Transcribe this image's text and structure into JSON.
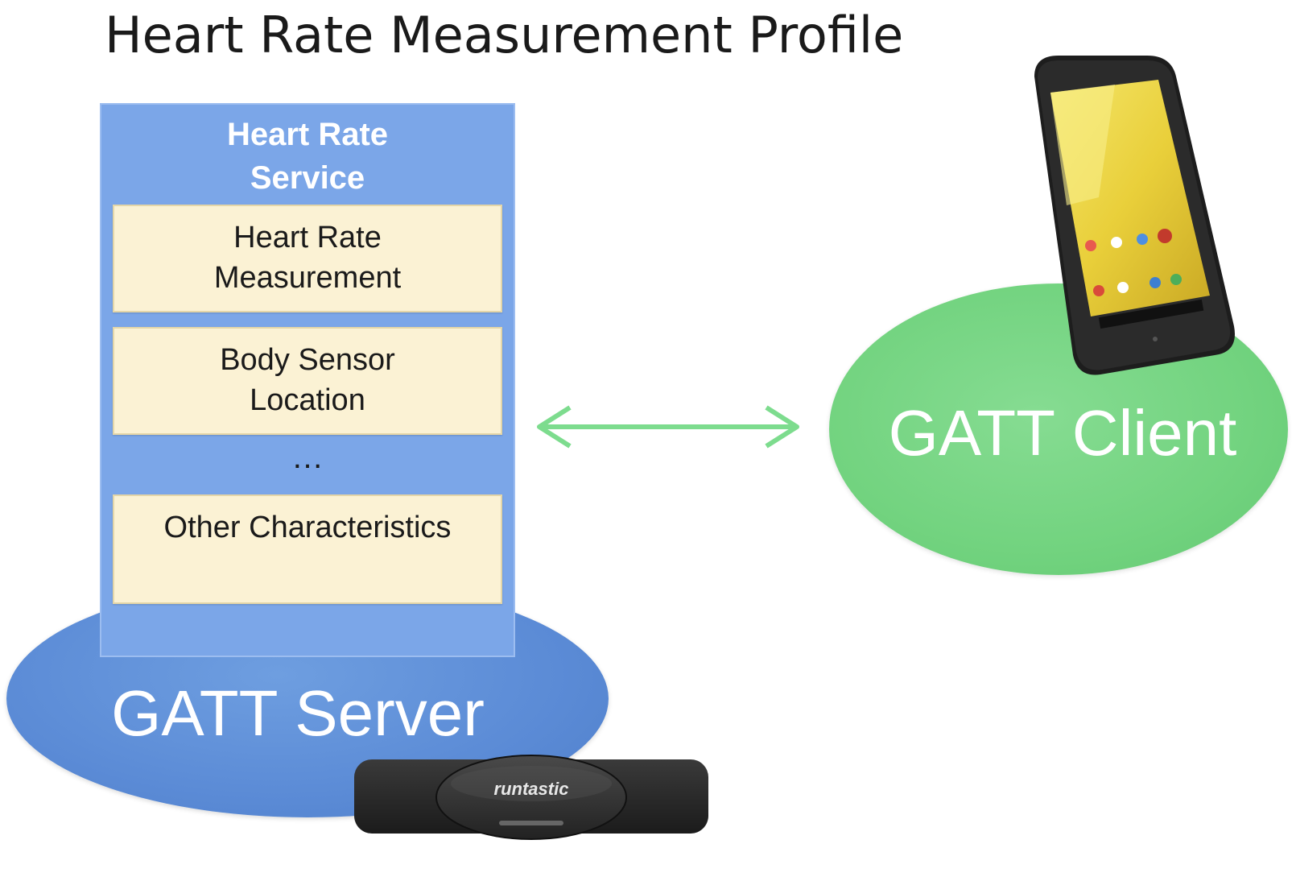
{
  "title": "Heart Rate Measurement Profile",
  "server": {
    "label": "GATT Server",
    "service": {
      "title_line1": "Heart Rate",
      "title_line2": "Service",
      "characteristics": [
        {
          "line1": "Heart Rate",
          "line2": "Measurement"
        },
        {
          "line1": "Body Sensor",
          "line2": "Location"
        },
        {
          "line1": "Other Characteristics",
          "line2": ""
        }
      ],
      "ellipsis": "…"
    }
  },
  "client": {
    "label": "GATT Client"
  },
  "devices": {
    "strap_brand": "runtastic",
    "strap_icon": "heart-rate-chest-strap",
    "phone_icon": "smartphone"
  },
  "colors": {
    "server_fill": "#5b8bd6",
    "service_fill": "#7ba6e8",
    "characteristic_fill": "#fbf2d4",
    "client_fill": "#72d37f",
    "arrow": "#7ddc8e"
  }
}
